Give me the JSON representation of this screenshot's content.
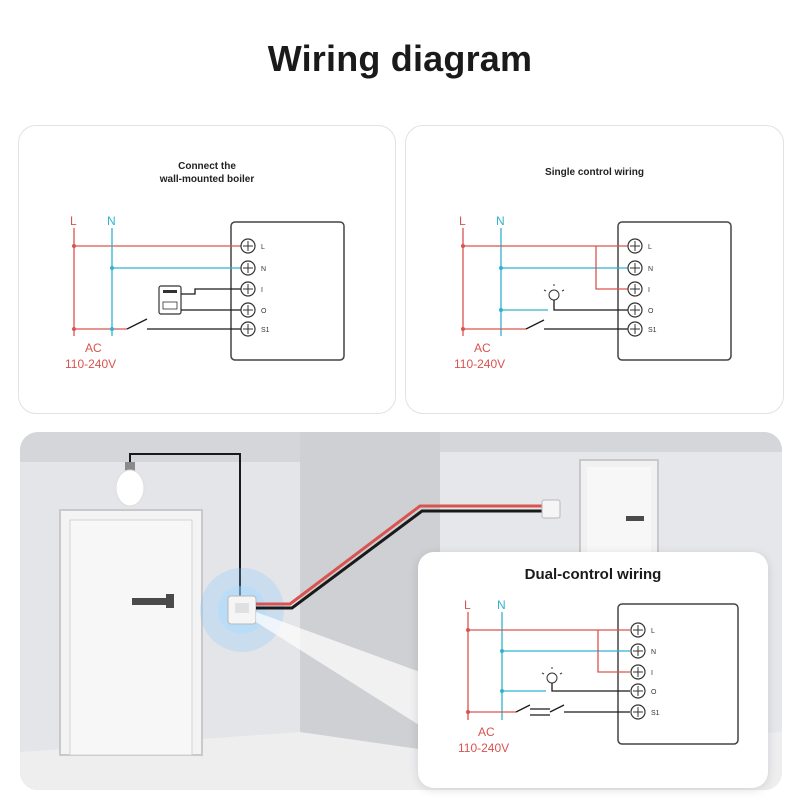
{
  "page": {
    "title": "Wiring diagram"
  },
  "colors": {
    "live": "#d9534f",
    "neutral": "#2fb3d0",
    "ground_line": "#1a1a1a",
    "panel_border": "#e2e2e2"
  },
  "diagrams": {
    "boiler": {
      "caption_line1": "Connect the",
      "caption_line2": "wall-mounted boiler",
      "line_L": "L",
      "line_N": "N",
      "ac": "AC",
      "voltage": "110-240V",
      "terminals": [
        "L",
        "N",
        "I",
        "O",
        "S1"
      ]
    },
    "single": {
      "caption": "Single control wiring",
      "line_L": "L",
      "line_N": "N",
      "ac": "AC",
      "voltage": "110-240V",
      "terminals": [
        "L",
        "N",
        "I",
        "O",
        "S1"
      ]
    },
    "dual": {
      "caption": "Dual-control wiring",
      "line_L": "L",
      "line_N": "N",
      "ac": "AC",
      "voltage": "110-240V",
      "terminals": [
        "L",
        "N",
        "I",
        "O",
        "S1"
      ]
    }
  },
  "icons": {
    "boiler": "boiler-icon",
    "bulb": "light-bulb-icon",
    "switch": "wall-switch-icon",
    "door": "door-icon"
  }
}
